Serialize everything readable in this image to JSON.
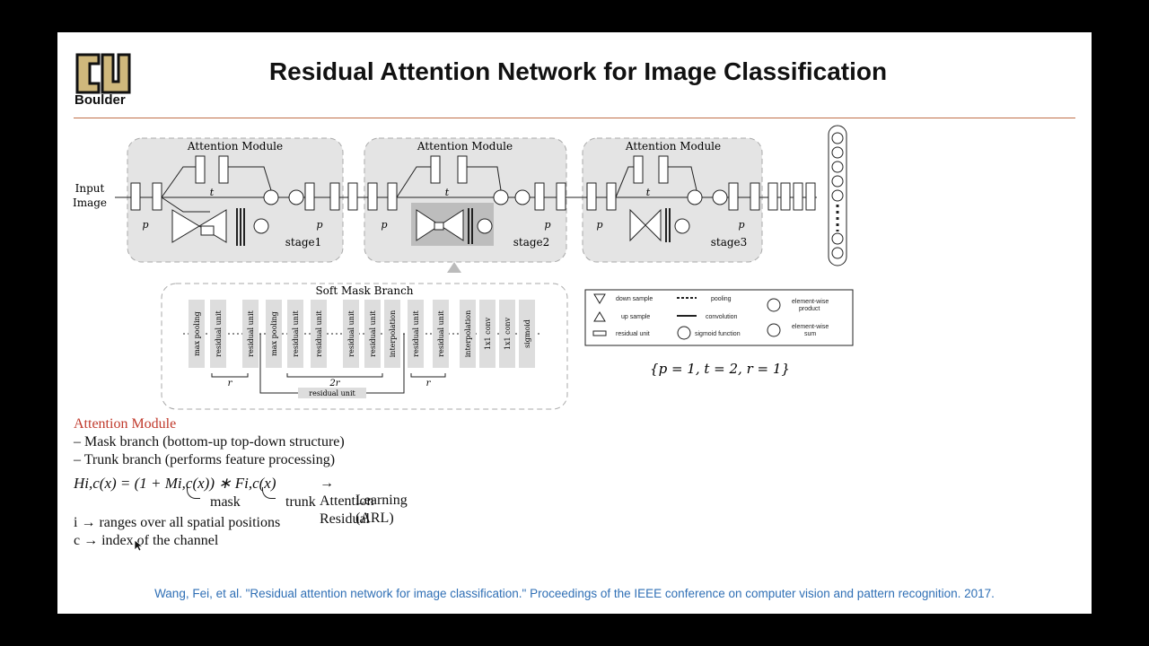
{
  "header": {
    "logo_text": "Boulder",
    "title": "Residual Attention Network for Image Classification"
  },
  "diagram": {
    "input_label_1": "Input",
    "input_label_2": "Image",
    "module_title": "Attention Module",
    "stages": [
      "stage1",
      "stage2",
      "stage3"
    ],
    "p": "p",
    "t": "t",
    "soft_mask": {
      "title": "Soft Mask Branch",
      "units": [
        "max pooling",
        "residual unit",
        "residual unit",
        "max pooling",
        "residual unit",
        "residual unit",
        "residual unit",
        "residual unit",
        "interpolation",
        "residual unit",
        "residual unit",
        "interpolation",
        "1x1 conv",
        "1x1 conv",
        "sigmoid"
      ],
      "r": "r",
      "two_r": "2r",
      "skip_label": "residual unit"
    },
    "legend": {
      "down_sample": "down sample",
      "up_sample": "up sample",
      "residual_unit": "residual unit",
      "pooling": "pooling",
      "convolution": "convolution",
      "sigmoid_function": "sigmoid function",
      "product_1": "element-wise",
      "product_2": "product",
      "sum_1": "element-wise",
      "sum_2": "sum"
    },
    "params": "{p = 1, t = 2, r = 1}"
  },
  "notes": {
    "heading": "Attention Module",
    "lines": [
      "– Mask branch (bottom-up top-down structure)",
      "– Trunk branch (performs feature processing)"
    ],
    "formula": "H",
    "formula_full": "Hi,c(x) = (1 + Mi,c(x)) ∗ Fi,c(x)",
    "arrow_text_1": "→ Attention Residual",
    "arrow_text_2": "Learning (ARL)",
    "mask_label": "mask",
    "trunk_label": "trunk",
    "i_line": "i → ranges over all spatial positions",
    "c_line": "c → index of the channel"
  },
  "citation": "Wang, Fei, et al. \"Residual attention network for image classification.\" Proceedings of the IEEE conference on computer vision and pattern recognition. 2017."
}
